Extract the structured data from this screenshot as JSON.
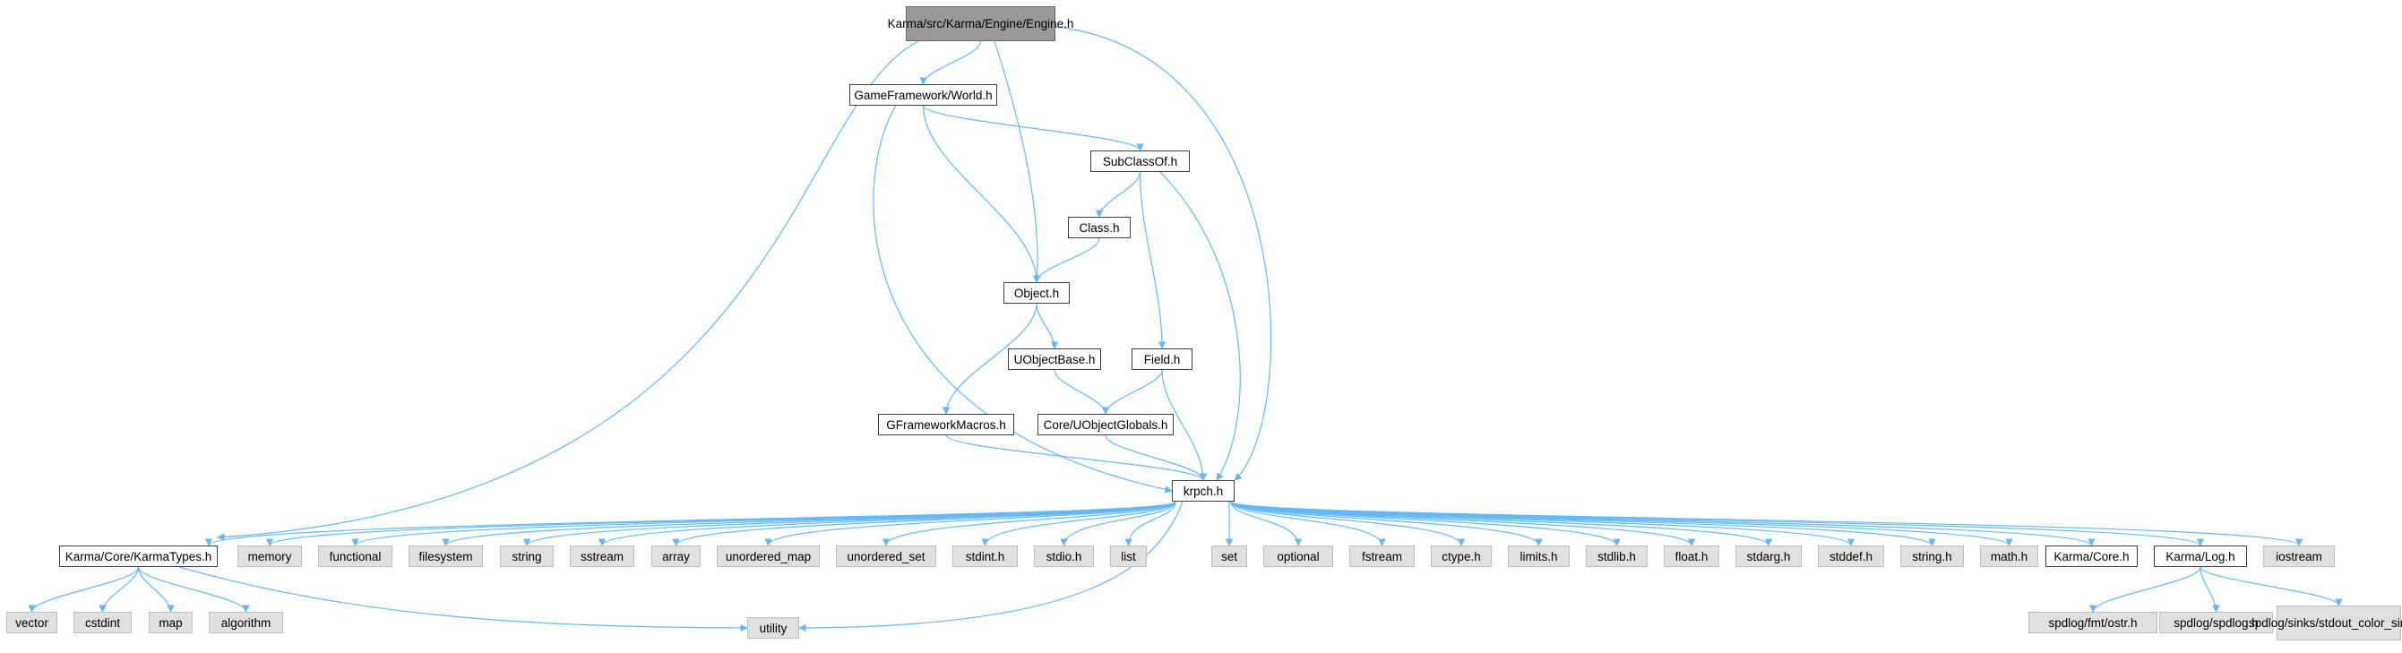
{
  "graph": {
    "edge_color": "#63b8ff",
    "colors": {
      "root_fill": "#999999",
      "external_fill": "#e0e0e0",
      "documented_fill": "#ffffff"
    },
    "nodes": [
      {
        "id": "engine",
        "label": "Karma/src/Karma/Engine\n/Engine.h",
        "kind": "root"
      },
      {
        "id": "world",
        "label": "GameFramework/World.h",
        "kind": "doc"
      },
      {
        "id": "subclassof",
        "label": "SubClassOf.h",
        "kind": "doc"
      },
      {
        "id": "class",
        "label": "Class.h",
        "kind": "doc"
      },
      {
        "id": "object",
        "label": "Object.h",
        "kind": "doc"
      },
      {
        "id": "uobjectbase",
        "label": "UObjectBase.h",
        "kind": "doc"
      },
      {
        "id": "field",
        "label": "Field.h",
        "kind": "doc"
      },
      {
        "id": "gframeworkmacros",
        "label": "GFrameworkMacros.h",
        "kind": "doc"
      },
      {
        "id": "uobjectglobals",
        "label": "Core/UObjectGlobals.h",
        "kind": "doc"
      },
      {
        "id": "krpch",
        "label": "krpch.h",
        "kind": "doc"
      },
      {
        "id": "karmatypes",
        "label": "Karma/Core/KarmaTypes.h",
        "kind": "doc"
      },
      {
        "id": "memory",
        "label": "memory",
        "kind": "ext"
      },
      {
        "id": "functional",
        "label": "functional",
        "kind": "ext"
      },
      {
        "id": "filesystem",
        "label": "filesystem",
        "kind": "ext"
      },
      {
        "id": "string",
        "label": "string",
        "kind": "ext"
      },
      {
        "id": "sstream",
        "label": "sstream",
        "kind": "ext"
      },
      {
        "id": "array",
        "label": "array",
        "kind": "ext"
      },
      {
        "id": "unordered_map",
        "label": "unordered_map",
        "kind": "ext"
      },
      {
        "id": "unordered_set",
        "label": "unordered_set",
        "kind": "ext"
      },
      {
        "id": "stdint",
        "label": "stdint.h",
        "kind": "ext"
      },
      {
        "id": "stdio",
        "label": "stdio.h",
        "kind": "ext"
      },
      {
        "id": "list",
        "label": "list",
        "kind": "ext"
      },
      {
        "id": "set",
        "label": "set",
        "kind": "ext"
      },
      {
        "id": "optional",
        "label": "optional",
        "kind": "ext"
      },
      {
        "id": "fstream",
        "label": "fstream",
        "kind": "ext"
      },
      {
        "id": "ctype",
        "label": "ctype.h",
        "kind": "ext"
      },
      {
        "id": "limits",
        "label": "limits.h",
        "kind": "ext"
      },
      {
        "id": "stdlib",
        "label": "stdlib.h",
        "kind": "ext"
      },
      {
        "id": "float",
        "label": "float.h",
        "kind": "ext"
      },
      {
        "id": "stdarg",
        "label": "stdarg.h",
        "kind": "ext"
      },
      {
        "id": "stddef",
        "label": "stddef.h",
        "kind": "ext"
      },
      {
        "id": "stringh",
        "label": "string.h",
        "kind": "ext"
      },
      {
        "id": "math",
        "label": "math.h",
        "kind": "ext"
      },
      {
        "id": "karmacore",
        "label": "Karma/Core.h",
        "kind": "doc"
      },
      {
        "id": "karmalog",
        "label": "Karma/Log.h",
        "kind": "doc"
      },
      {
        "id": "iostream",
        "label": "iostream",
        "kind": "ext"
      },
      {
        "id": "vector",
        "label": "vector",
        "kind": "ext"
      },
      {
        "id": "cstdint",
        "label": "cstdint",
        "kind": "ext"
      },
      {
        "id": "map",
        "label": "map",
        "kind": "ext"
      },
      {
        "id": "algorithm",
        "label": "algorithm",
        "kind": "ext"
      },
      {
        "id": "utility",
        "label": "utility",
        "kind": "ext"
      },
      {
        "id": "fmt_ostr",
        "label": "spdlog/fmt/ostr.h",
        "kind": "ext"
      },
      {
        "id": "spdlog",
        "label": "spdlog/spdlog.h",
        "kind": "ext"
      },
      {
        "id": "stdout_sinks",
        "label": "spdlog/sinks/stdout\n_color_sinks.h",
        "kind": "ext"
      }
    ],
    "edges": [
      [
        "engine",
        "world"
      ],
      [
        "engine",
        "object"
      ],
      [
        "engine",
        "krpch"
      ],
      [
        "engine",
        "karmatypes"
      ],
      [
        "world",
        "subclassof"
      ],
      [
        "world",
        "object"
      ],
      [
        "world",
        "krpch"
      ],
      [
        "subclassof",
        "class"
      ],
      [
        "subclassof",
        "field"
      ],
      [
        "subclassof",
        "krpch"
      ],
      [
        "class",
        "object"
      ],
      [
        "object",
        "gframeworkmacros"
      ],
      [
        "object",
        "uobjectbase"
      ],
      [
        "uobjectbase",
        "uobjectglobals"
      ],
      [
        "field",
        "uobjectglobals"
      ],
      [
        "field",
        "krpch"
      ],
      [
        "gframeworkmacros",
        "krpch"
      ],
      [
        "uobjectglobals",
        "krpch"
      ],
      [
        "krpch",
        "karmatypes"
      ],
      [
        "krpch",
        "memory"
      ],
      [
        "krpch",
        "functional"
      ],
      [
        "krpch",
        "filesystem"
      ],
      [
        "krpch",
        "string"
      ],
      [
        "krpch",
        "sstream"
      ],
      [
        "krpch",
        "array"
      ],
      [
        "krpch",
        "unordered_map"
      ],
      [
        "krpch",
        "unordered_set"
      ],
      [
        "krpch",
        "stdint"
      ],
      [
        "krpch",
        "stdio"
      ],
      [
        "krpch",
        "list"
      ],
      [
        "krpch",
        "set"
      ],
      [
        "krpch",
        "optional"
      ],
      [
        "krpch",
        "fstream"
      ],
      [
        "krpch",
        "ctype"
      ],
      [
        "krpch",
        "limits"
      ],
      [
        "krpch",
        "stdlib"
      ],
      [
        "krpch",
        "float"
      ],
      [
        "krpch",
        "stdarg"
      ],
      [
        "krpch",
        "stddef"
      ],
      [
        "krpch",
        "stringh"
      ],
      [
        "krpch",
        "math"
      ],
      [
        "krpch",
        "karmacore"
      ],
      [
        "krpch",
        "karmalog"
      ],
      [
        "krpch",
        "iostream"
      ],
      [
        "krpch",
        "utility"
      ],
      [
        "karmatypes",
        "vector"
      ],
      [
        "karmatypes",
        "cstdint"
      ],
      [
        "karmatypes",
        "map"
      ],
      [
        "karmatypes",
        "algorithm"
      ],
      [
        "karmatypes",
        "utility"
      ],
      [
        "karmalog",
        "fmt_ostr"
      ],
      [
        "karmalog",
        "spdlog"
      ],
      [
        "karmalog",
        "stdout_sinks"
      ]
    ]
  }
}
